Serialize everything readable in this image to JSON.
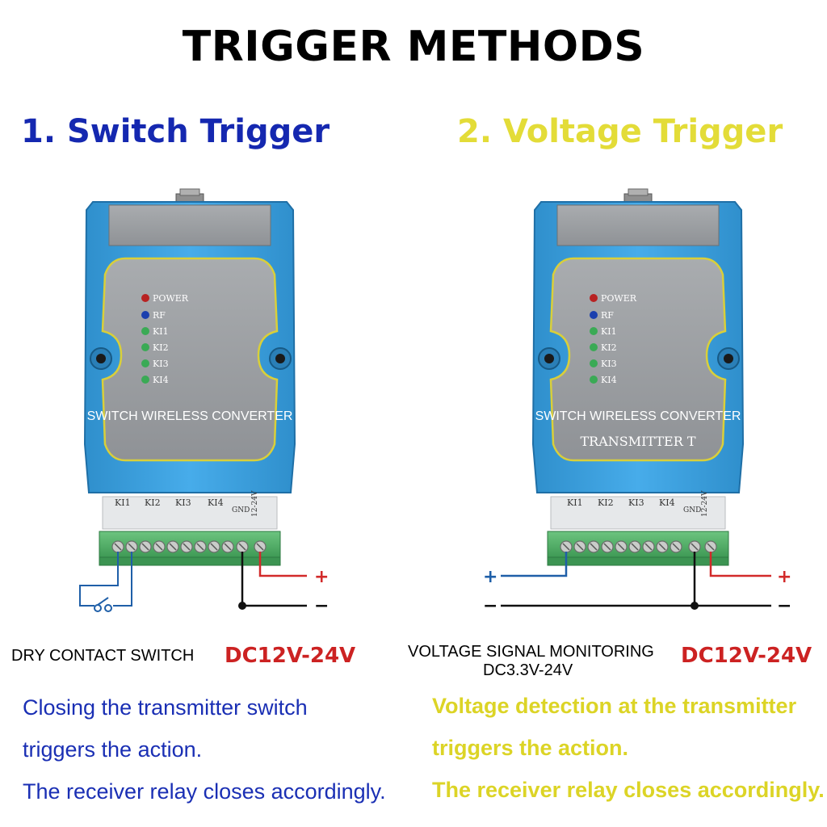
{
  "title": "TRIGGER METHODS",
  "section1": {
    "heading": "1. Switch Trigger",
    "device": {
      "leds": [
        "POWER",
        "RF",
        "KI1",
        "KI2",
        "KI3",
        "KI4"
      ],
      "name": "SWITCH WIRELESS CONVERTER",
      "terminals": [
        "KI1",
        "KI2",
        "KI3",
        "KI4",
        "GND",
        "12-24V"
      ]
    },
    "wiring": {
      "plus": "+",
      "minus": "−"
    },
    "input_label": "DRY CONTACT SWITCH",
    "power_label": "DC12V-24V",
    "desc": [
      "Closing the transmitter switch",
      "triggers the action.",
      "The receiver relay closes accordingly."
    ]
  },
  "section2": {
    "heading": "2. Voltage Trigger",
    "device": {
      "leds": [
        "POWER",
        "RF",
        "KI1",
        "KI2",
        "KI3",
        "KI4"
      ],
      "name": "SWITCH WIRELESS CONVERTER",
      "subname": "TRANSMITTER T",
      "terminals": [
        "KI1",
        "KI2",
        "KI3",
        "KI4",
        "GND",
        "12-24V"
      ]
    },
    "wiring": {
      "in_plus": "+",
      "in_minus": "−",
      "plus": "+",
      "minus": "−"
    },
    "input_label": "VOLTAGE SIGNAL MONITORING",
    "input_range": "DC3.3V-24V",
    "power_label": "DC12V-24V",
    "desc": [
      "Voltage detection at the transmitter",
      "triggers the action.",
      "The receiver relay closes accordingly."
    ]
  },
  "colors": {
    "device_blue": "#3fa3dc",
    "panel_gray": "#9a9da0",
    "terminal_green": "#58b86e",
    "wire_red": "#d22a2a",
    "wire_blue": "#1f5fa8"
  }
}
